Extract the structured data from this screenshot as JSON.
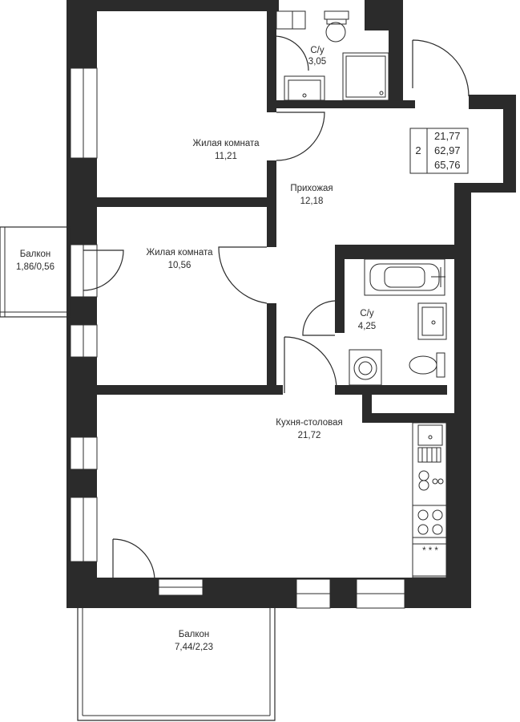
{
  "plan": {
    "rooms_count": "2",
    "area_living": "21,77",
    "area_total": "62,97",
    "area_with_balconies": "65,76",
    "rooms": [
      {
        "name": "Жилая комната",
        "area": "11,21"
      },
      {
        "name": "С/у",
        "area": "3,05"
      },
      {
        "name": "Прихожая",
        "area": "12,18"
      },
      {
        "name": "Жилая комната",
        "area": "10,56"
      },
      {
        "name": "С/у",
        "area": "4,25"
      },
      {
        "name": "Кухня-столовая",
        "area": "21,72"
      },
      {
        "name": "Балкон",
        "area": "1,86/0,56"
      },
      {
        "name": "Балкон",
        "area": "7,44/2,23"
      }
    ]
  }
}
